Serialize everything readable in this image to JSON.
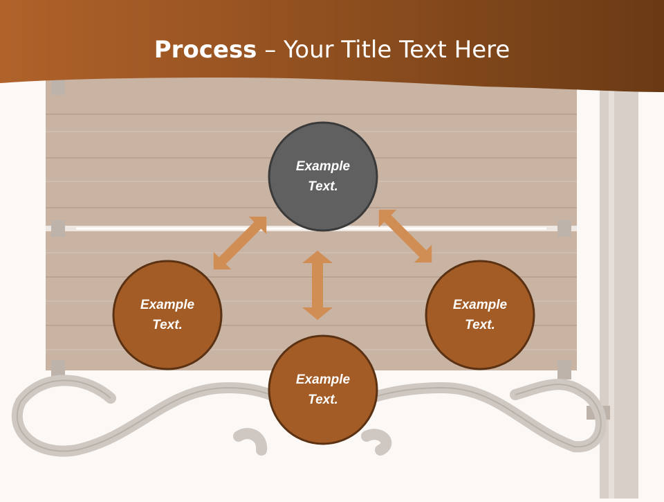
{
  "slide": {
    "title_bold": "Process",
    "title_rest": " – Your Title Text Here",
    "nodes": [
      {
        "id": "top",
        "label": "Example\nText.",
        "color": "#606060"
      },
      {
        "id": "left",
        "label": "Example\nText.",
        "color": "#a35c26"
      },
      {
        "id": "bottom",
        "label": "Example\nText.",
        "color": "#a35c26"
      },
      {
        "id": "right",
        "label": "Example\nText.",
        "color": "#a35c26"
      }
    ],
    "colors": {
      "header_dark": "#6a3a14",
      "header_light": "#b0622a",
      "arrow": "#d08e55",
      "circle_border": "#3a3a3a",
      "wood": "#c9b3a3",
      "iron": "#cfc8c2"
    }
  }
}
